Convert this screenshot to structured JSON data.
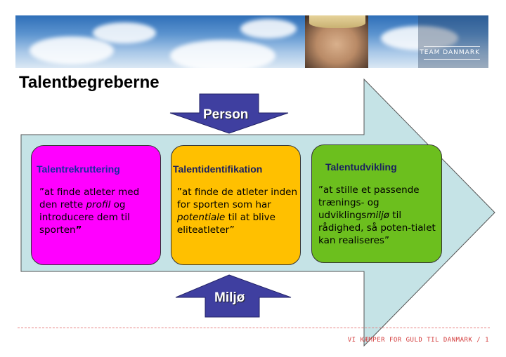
{
  "header": {
    "brand": "TEAM DANMARK"
  },
  "title": "Talentbegreberne",
  "arrows": {
    "person": "Person",
    "miljo": "Miljø"
  },
  "boxes": [
    {
      "heading": "Talentrekruttering",
      "text_before": "”at finde atleter med den rette ",
      "emphasis": "profil",
      "text_after": " og introducere dem til sporten",
      "closing_quote": "”",
      "fill": "#ff00ff",
      "heading_color": "#1a2aa0"
    },
    {
      "heading": "Talentidentifikation",
      "text_before": "”at finde de atleter inden for sporten som har ",
      "emphasis": "potentiale",
      "text_after": " til at blive eliteatleter”",
      "closing_quote": "",
      "fill": "#ffc000",
      "heading_color": "#1a2060"
    },
    {
      "heading": "Talentudvikling",
      "text_before": "”at stille et passende trænings- og udviklings",
      "emphasis": "miljø",
      "text_after": " til rådighed, så poten-tialet kan realiseres”",
      "closing_quote": "",
      "fill": "#6cbf1e",
      "heading_color": "#1a2060"
    }
  ],
  "colors": {
    "big_arrow": "#c5e3e6",
    "small_arrow": "#3f3fa0",
    "footer": "#d33a3a"
  },
  "footer": "VI KÆMPER FOR GULD TIL DANMARK / 1"
}
